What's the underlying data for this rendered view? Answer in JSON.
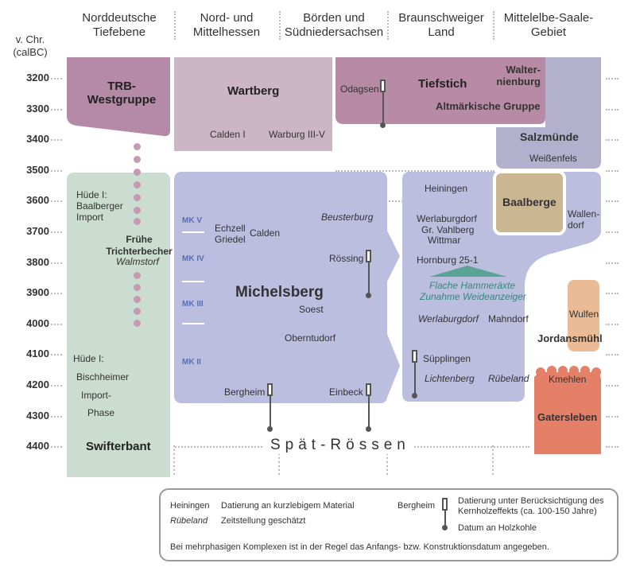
{
  "header": {
    "y_unit": "v. Chr. (calBC)",
    "columns": [
      "Norddeutsche Tiefebene",
      "Nord- und Mittelhessen",
      "Börden und Südniedersachsen",
      "Braunschweiger Land",
      "Mittelelbe-Saale-Gebiet"
    ]
  },
  "y_axis": [
    "3200",
    "3300",
    "3400",
    "3500",
    "3600",
    "3700",
    "3800",
    "3900",
    "4000",
    "4100",
    "4200",
    "4300",
    "4400"
  ],
  "colors": {
    "trb": "#b48aa6",
    "wartberg": "#ccb6c6",
    "tiefstich": "#b78aa5",
    "salzmuende": "#b2b0cc",
    "michelsberg": "#bcbee0",
    "baalberge": "#cbb692",
    "swifterbant": "#cbdcd0",
    "jordansmuehl": "#ebbb95",
    "gatersleben": "#e38067",
    "arrowhead": "#5aa495"
  },
  "cultures": {
    "trb": "TRB-Westgruppe",
    "wartberg": "Wartberg",
    "tiefstich": "Tiefstich",
    "walternienburg": "Walter-nienburg",
    "altmaerkische": "Altmärkische Gruppe",
    "salzmuende": "Salzmünde",
    "michelsberg": "Michelsberg",
    "baalberge": "Baalberge",
    "swifterbant": "Swifterbant",
    "spaet_roessen": "Spät-Rössen",
    "jordansmuehl": "Jordansmühl",
    "gatersleben": "Gatersleben",
    "fruehe_trb": "Frühe Trichterbecher"
  },
  "phases": [
    "MK V",
    "MK IV",
    "MK III",
    "MK II"
  ],
  "sites": {
    "huede_baalberger": "Hüde I: Baalberger Import",
    "walmstorf": "Walmstorf",
    "huede_bischheim_1": "Hüde I:",
    "huede_bischheim_2": "Bischheimer",
    "huede_bischheim_3": "Import-",
    "huede_bischheim_4": "Phase",
    "calden_1": "Calden I",
    "warburg": "Warburg III-V",
    "echzell": "Echzell",
    "griedel": "Griedel",
    "calden": "Calden",
    "odagsen": "Odagsen",
    "beusterburg": "Beusterburg",
    "roessing": "Rössing",
    "soest": "Soest",
    "oberntudorf": "Oberntudorf",
    "bergheim": "Bergheim",
    "einbeck": "Einbeck",
    "heiningen": "Heiningen",
    "werlaburgdorf": "Werlaburgdorf",
    "gr_vahlberg": "Gr. Vahlberg",
    "wittmar": "Wittmar",
    "hornburg": "Hornburg 25-1",
    "werlaburgdorf_it": "Werlaburgdorf",
    "mahndorf": "Mahndorf",
    "suepplingen": "Süpplingen",
    "lichtenberg": "Lichtenberg",
    "ruebeland": "Rübeland",
    "weissenfels": "Weißenfels",
    "wallendorf": "Wallen-dorf",
    "wulfen": "Wulfen",
    "kmehlen": "Kmehlen",
    "hammer_1": "Flache Hammeräxte",
    "hammer_2": "Zunahme Weideanzeiger"
  },
  "legend": {
    "heiningen_ex": "Heiningen",
    "heiningen_desc": "Datierung an kurzlebigem Material",
    "ruebeland_ex": "Rübeland",
    "ruebeland_desc": "Zeitstellung geschätzt",
    "bergheim_ex": "Bergheim",
    "bergheim_desc": "Datierung unter Berücksichtigung des Kernholzeffekts (ca. 100-150 Jahre)",
    "charcoal_desc": "Datum an Holzkohle",
    "note": "Bei mehrphasigen Komplexen ist in der Regel das Anfangs- bzw. Konstruktionsdatum angegeben."
  }
}
